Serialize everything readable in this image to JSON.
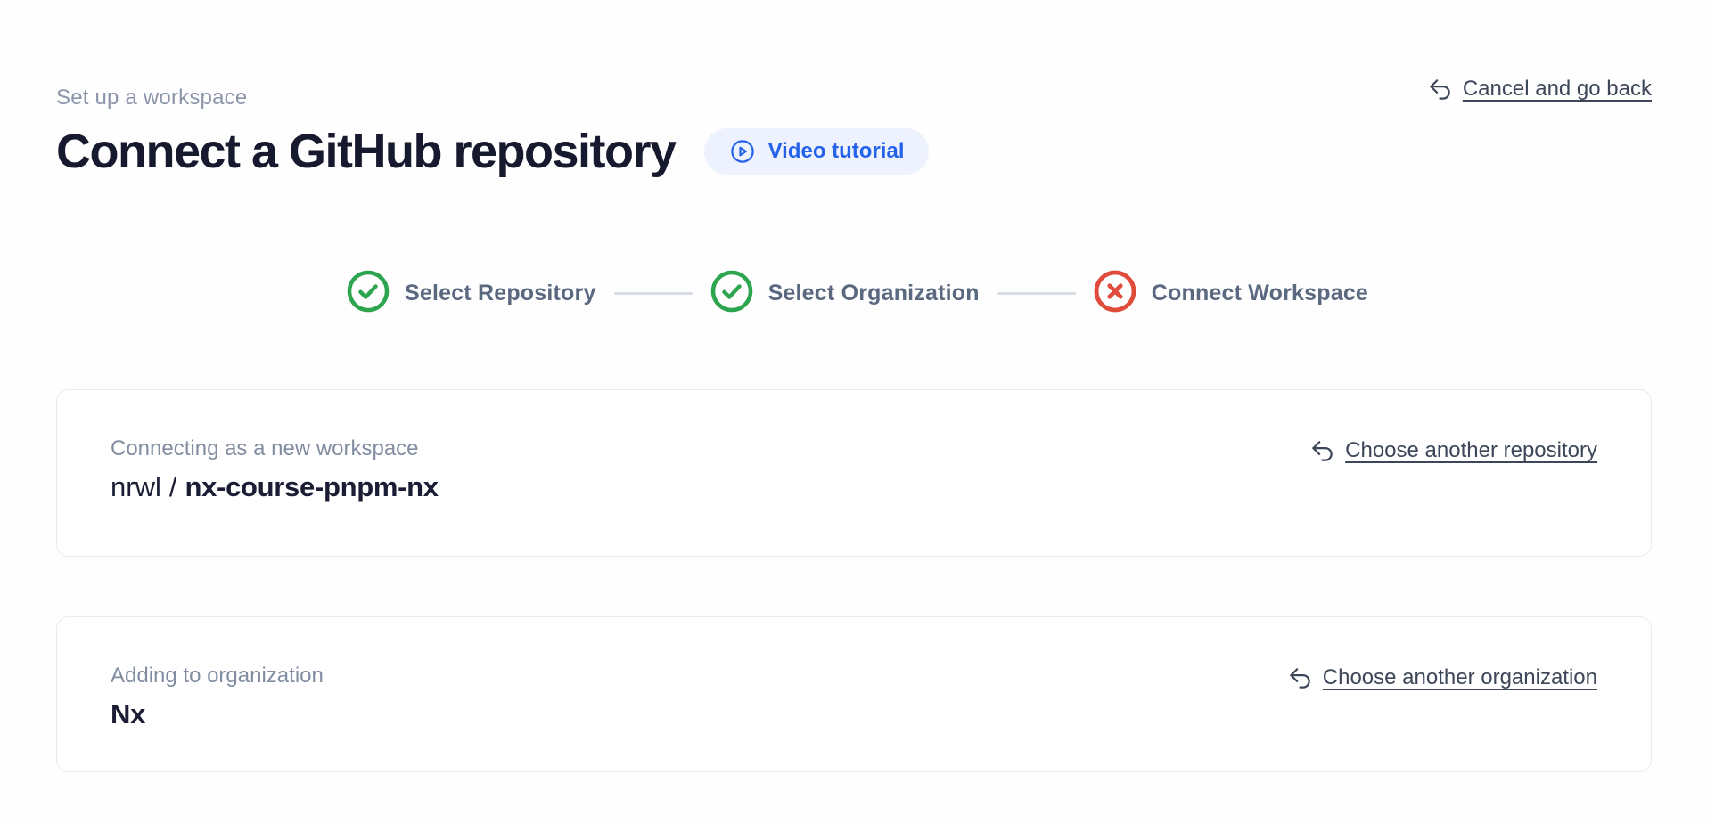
{
  "page": {
    "eyebrow": "Set up a workspace",
    "title": "Connect a GitHub repository",
    "video_tutorial_label": "Video tutorial",
    "cancel_link_label": "Cancel and go back"
  },
  "stepper": {
    "steps": [
      {
        "label": "Select Repository",
        "status": "complete"
      },
      {
        "label": "Select Organization",
        "status": "complete"
      },
      {
        "label": "Connect Workspace",
        "status": "error"
      }
    ]
  },
  "repository_card": {
    "label": "Connecting as a new workspace",
    "owner": "nrwl",
    "separator": "/",
    "repo": "nx-course-pnpm-nx",
    "change_link_label": "Choose another repository"
  },
  "organization_card": {
    "label": "Adding to organization",
    "name": "Nx",
    "change_link_label": "Choose another organization"
  },
  "icons": {
    "back": "undo-arrow",
    "video": "play-circle",
    "step_complete": "check-circle",
    "step_error": "x-circle"
  },
  "colors": {
    "accent_blue": "#2563eb",
    "accent_blue_bg": "#edf2fe",
    "success_green": "#2da44e",
    "error_red": "#e04b3b",
    "heading_text": "#171a2f",
    "muted_text": "#8b95a9",
    "step_text": "#5b6980",
    "link_text": "#3d4759",
    "card_border": "#e8eaf0"
  }
}
